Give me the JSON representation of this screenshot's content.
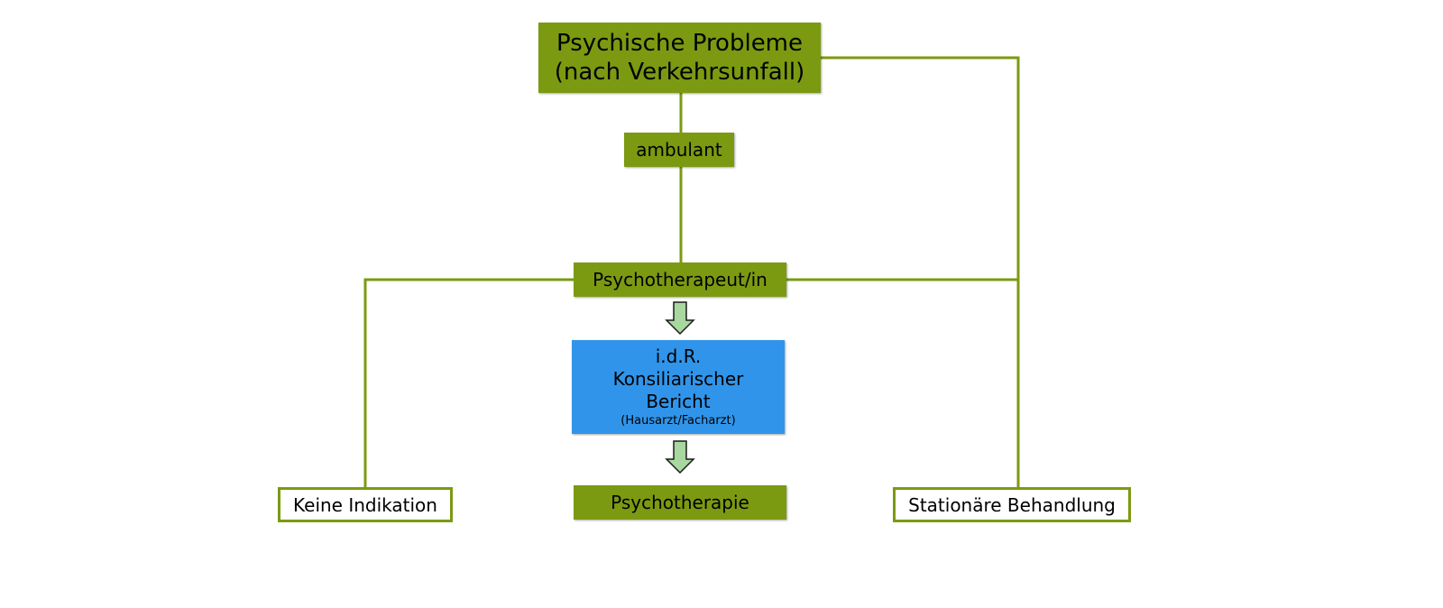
{
  "nodes": {
    "problem_line1": "Psychische Probleme",
    "problem_line2": "(nach Verkehrsunfall)",
    "ambulant": "ambulant",
    "psychotherapeut": "Psychotherapeut/in",
    "bericht_line1": "i.d.R.",
    "bericht_line2": "Konsiliarischer",
    "bericht_line3": "Bericht",
    "bericht_note": "(Hausarzt/Facharzt)",
    "psychotherapie": "Psychotherapie",
    "keine_indikation": "Keine Indikation",
    "stationaer": "Stationäre Behandlung"
  },
  "colors": {
    "green": "#7b9a12",
    "blue": "#3095ea",
    "arrow_fill": "#a8d8a0"
  }
}
